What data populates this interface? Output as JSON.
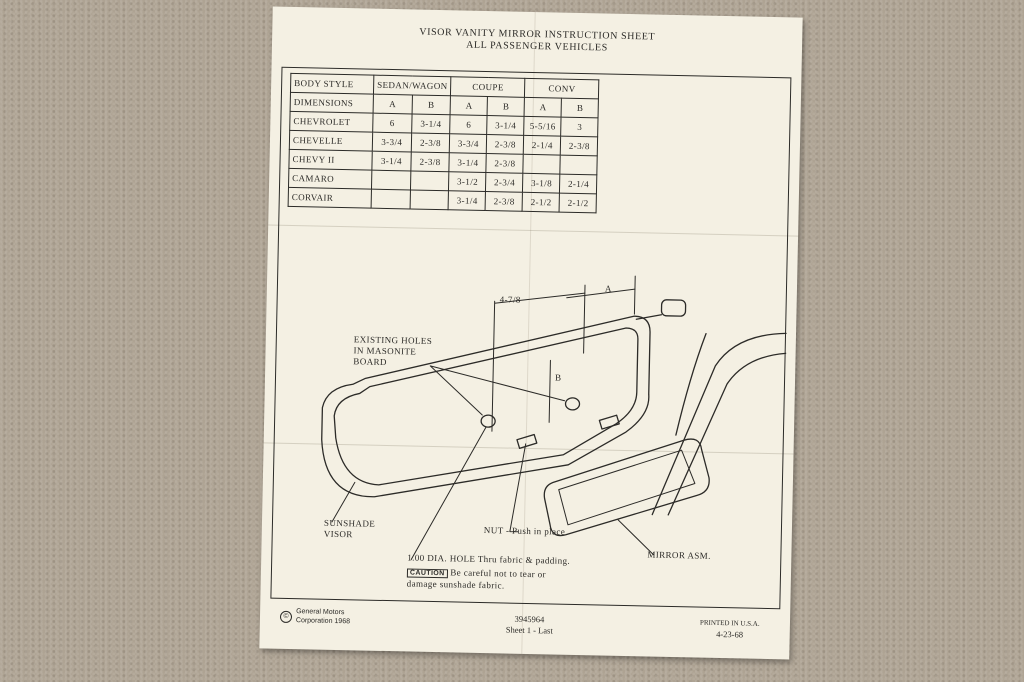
{
  "header": {
    "line1": "VISOR VANITY MIRROR INSTRUCTION SHEET",
    "line2": "ALL PASSENGER VEHICLES"
  },
  "table": {
    "corner_top": "BODY STYLE",
    "corner_bottom": "DIMENSIONS",
    "groups": [
      "SEDAN/WAGON",
      "COUPE",
      "CONV"
    ],
    "sub": [
      "A",
      "B",
      "A",
      "B",
      "A",
      "B"
    ],
    "rows": [
      {
        "name": "CHEVROLET",
        "cells": [
          "6",
          "3-1/4",
          "6",
          "3-1/4",
          "5-5/16",
          "3"
        ]
      },
      {
        "name": "CHEVELLE",
        "cells": [
          "3-3/4",
          "2-3/8",
          "3-3/4",
          "2-3/8",
          "2-1/4",
          "2-3/8"
        ]
      },
      {
        "name": "CHEVY II",
        "cells": [
          "3-1/4",
          "2-3/8",
          "3-1/4",
          "2-3/8",
          "",
          ""
        ]
      },
      {
        "name": "CAMARO",
        "cells": [
          "",
          "",
          "3-1/2",
          "2-3/4",
          "3-1/8",
          "2-1/4"
        ]
      },
      {
        "name": "CORVAIR",
        "cells": [
          "",
          "",
          "3-1/4",
          "2-3/8",
          "2-1/2",
          "2-1/2"
        ]
      }
    ]
  },
  "diagram": {
    "dim_main": "4-7/8",
    "dim_a": "A",
    "dim_b": "B",
    "existing_holes": [
      "EXISTING HOLES",
      "IN MASONITE",
      "BOARD"
    ],
    "sunshade": [
      "SUNSHADE",
      "VISOR"
    ],
    "nut": "NUT - Push in place",
    "mirror": "MIRROR ASM.",
    "hole": "1.00 DIA. HOLE Thru fabric & padding.",
    "caution_label": "CAUTION",
    "caution_text1": "Be careful not to tear or",
    "caution_text2": "damage sunshade fabric."
  },
  "footer": {
    "copyright_icon": "©",
    "gm_line1": "General Motors",
    "gm_line2": "Corporation 1968",
    "part_no": "3945964",
    "sheet": "Sheet 1 - Last",
    "printed": "PRINTED IN U.S.A.",
    "date": "4-23-68"
  },
  "colors": {
    "carpet": "#aea393",
    "paper": "#f4f0e3",
    "ink": "#2c2b28"
  }
}
